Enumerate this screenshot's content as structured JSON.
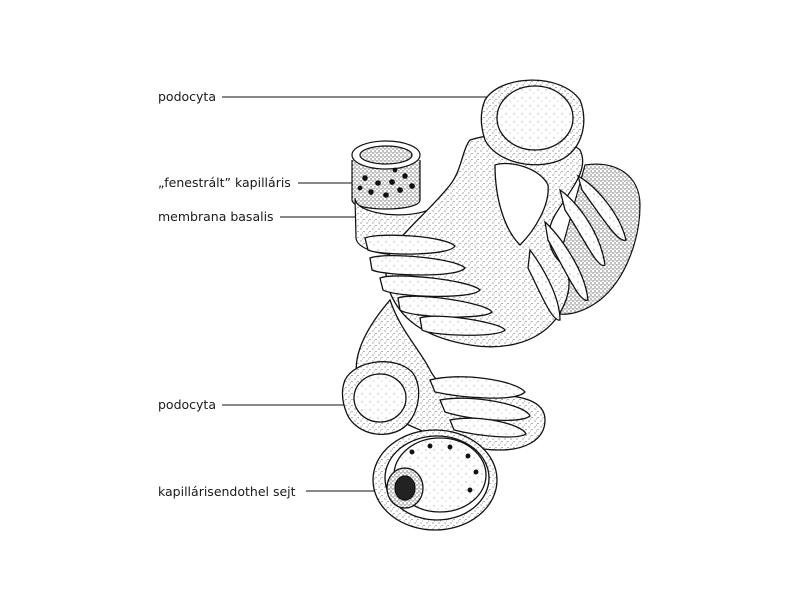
{
  "labels": {
    "podocyta_top": "podocyta",
    "fenestralt": "„fenestrált” kapilláris",
    "membrana": "membrana basalis",
    "podocyta_bottom": "podocyta",
    "endothel": "kapillárisendothel sejt"
  },
  "colors": {
    "ink": "#111111",
    "paper": "#ffffff"
  }
}
